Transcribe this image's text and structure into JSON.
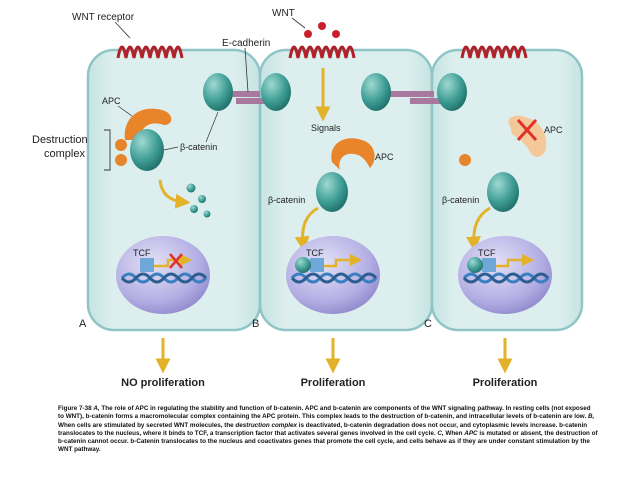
{
  "labels": {
    "wnt_receptor": "WNT receptor",
    "wnt": "WNT",
    "e_cadherin": "E-cadherin",
    "apc": "APC",
    "destruction_complex_line1": "Destruction",
    "destruction_complex_line2": "complex",
    "beta_catenin": "β-catenin",
    "signals": "Signals",
    "tcf": "TCF"
  },
  "panels": [
    {
      "letter": "A",
      "outcome": "NO proliferation"
    },
    {
      "letter": "B",
      "outcome": "Proliferation"
    },
    {
      "letter": "C",
      "outcome": "Proliferation"
    }
  ],
  "caption": {
    "fig": "Figure 7-38 ",
    "a_letter": "A,",
    "seg1": " The role of APC in regulating the stability and function of b-catenin. APC and b-catenin are components of the WNT signaling pathway. In resting cells (not exposed to WNT), b-catenin forms a macromolecular complex containing the APC protein. This complex leads to the destruction of b-catenin, and intracellular levels of b-catenin are low. ",
    "b_letter": "B,",
    "seg2": " When cells are stimulated by secreted WNT molecules, the ",
    "dc_italic": "destruction complex",
    "seg3": " is deactivated, b-catenin degradation does not occur, and cytoplasmic levels increase. b-catenin translocates to the nucleus, where it binds to TCF, a transcription factor that activates several genes involved in the cell cycle. ",
    "c_letter": "C,",
    "seg4": " When ",
    "apc_italic": "APC",
    "seg5": " is mutated or absent, the destruction of b-catenin cannot occur. b-Catenin translocates to the nucleus and coactivates genes that promote the cell cycle, and cells behave as if they are under constant stimulation by the WNT pathway."
  },
  "colors": {
    "cell_fill": "#d7ecea",
    "cell_stroke": "#8fc5c7",
    "receptor": "#b3202a",
    "catenin": "#3a9c94",
    "apc": "#e8842a",
    "apc_faded": "#f5c89a",
    "nucleus": "#b9b4e6",
    "arrow": "#e3b22b",
    "cadherin": "#a9789f",
    "x_mark": "#e0312a"
  }
}
